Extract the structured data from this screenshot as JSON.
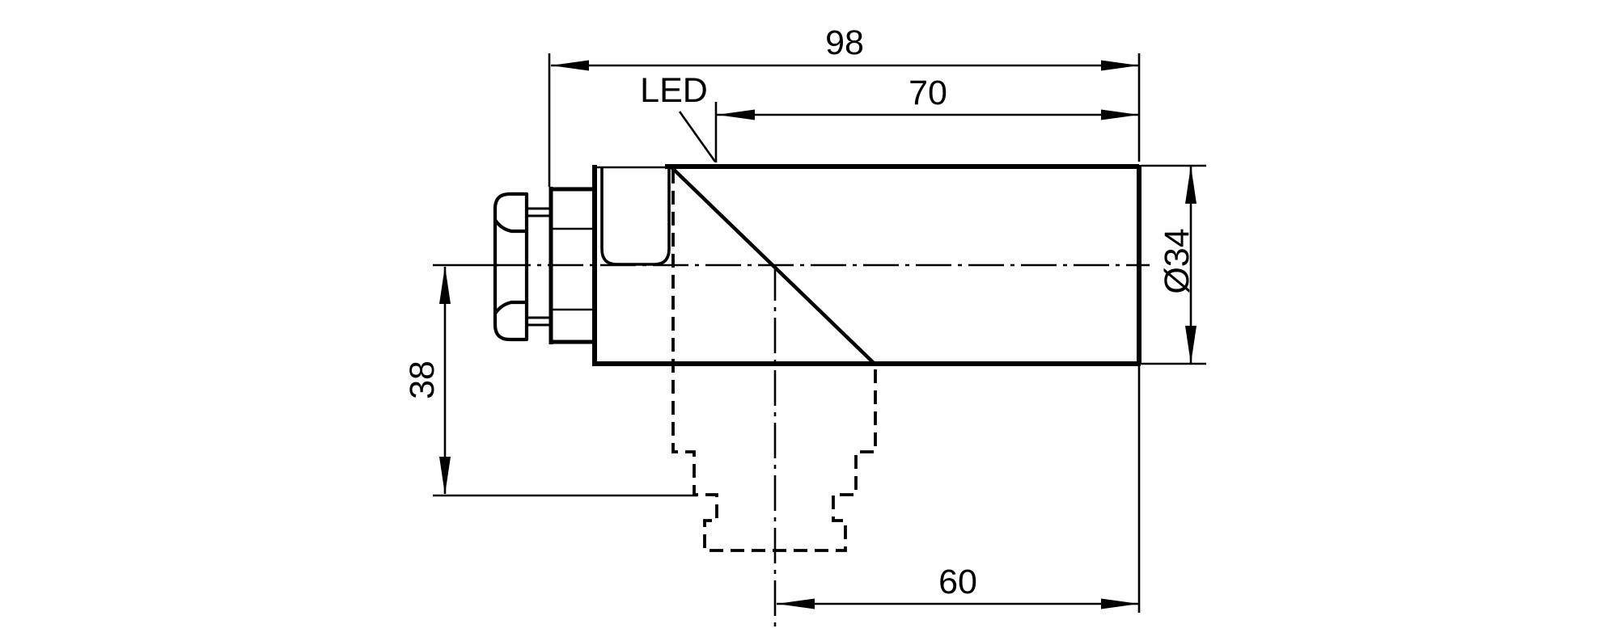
{
  "page": {
    "background": "#ffffff",
    "line_color": "#000000"
  },
  "labels": {
    "led": "LED"
  },
  "dimensions": {
    "overall_length": "98",
    "upper_length": "70",
    "connector_offset": "60",
    "connector_drop": "38",
    "diameter": "Ø34"
  }
}
